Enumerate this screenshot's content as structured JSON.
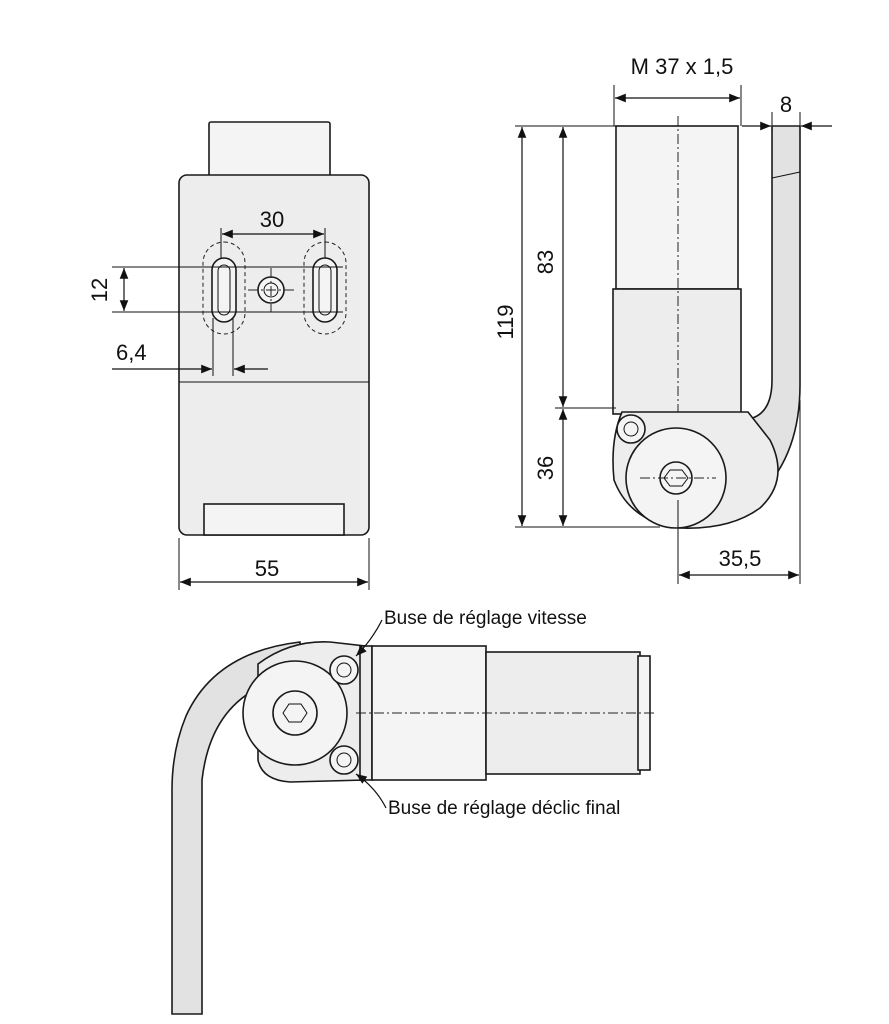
{
  "dimensions": {
    "thread": "M 37 x 1,5",
    "width_8": "8",
    "height_83": "83",
    "height_119": "119",
    "height_36": "36",
    "offset_35_5": "35,5",
    "slot_spacing_30": "30",
    "slot_length_12": "12",
    "slot_width_6_4": "6,4",
    "body_width_55": "55"
  },
  "callouts": {
    "speed_nozzle": "Buse de réglage vitesse",
    "final_click_nozzle": "Buse de réglage déclic final"
  },
  "colors": {
    "part_fill": "#ededed",
    "line": "#1a1a1a",
    "background": "#ffffff"
  }
}
